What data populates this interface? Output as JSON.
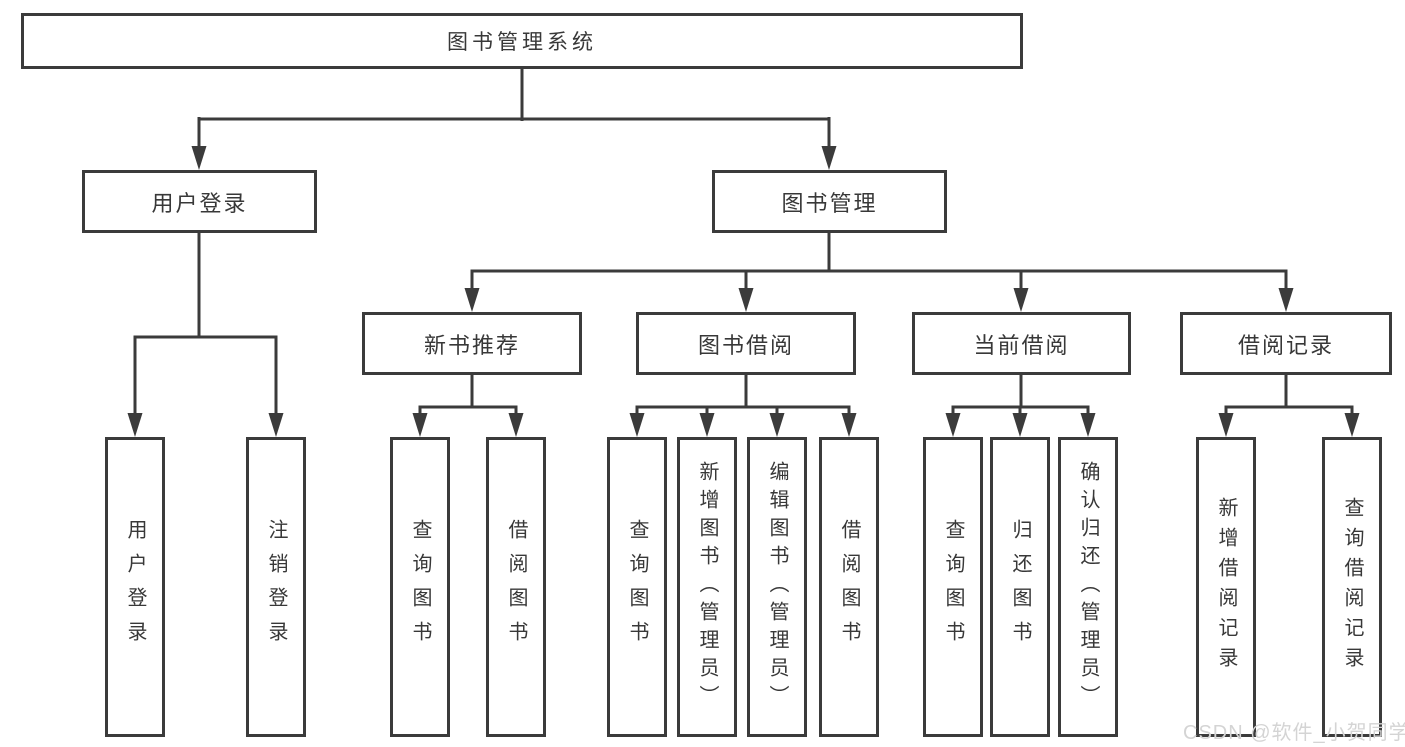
{
  "diagram": {
    "title": "图书管理系统",
    "branches": [
      {
        "label": "用户登录",
        "children": [
          {
            "label": "用户登录"
          },
          {
            "label": "注销登录"
          }
        ]
      },
      {
        "label": "图书管理",
        "children": [
          {
            "label": "新书推荐",
            "children": [
              {
                "label": "查询图书"
              },
              {
                "label": "借阅图书"
              }
            ]
          },
          {
            "label": "图书借阅",
            "children": [
              {
                "label": "查询图书"
              },
              {
                "label": "新增图书（管理员）"
              },
              {
                "label": "编辑图书（管理员）"
              },
              {
                "label": "借阅图书"
              }
            ]
          },
          {
            "label": "当前借阅",
            "children": [
              {
                "label": "查询图书"
              },
              {
                "label": "归还图书"
              },
              {
                "label": "确认归还（管理员）"
              }
            ]
          },
          {
            "label": "借阅记录",
            "children": [
              {
                "label": "新增借阅记录"
              },
              {
                "label": "查询借阅记录"
              }
            ]
          }
        ]
      }
    ]
  },
  "watermark": {
    "text": "CSDN @软件_小贺同学"
  },
  "colors": {
    "line": "#3b3b3b",
    "text": "#383838",
    "box_background": "#ffffff",
    "page_background": "#ffffff",
    "watermark": "#d4d4d4"
  }
}
